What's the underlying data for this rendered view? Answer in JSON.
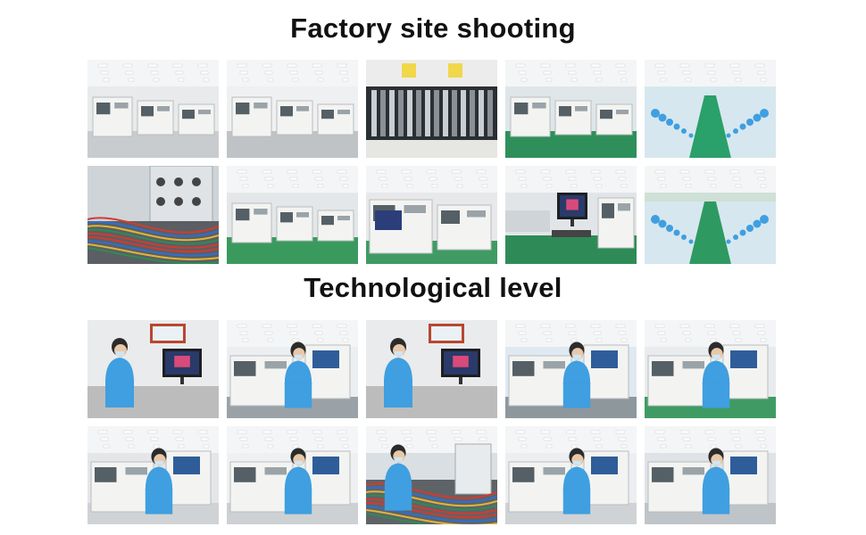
{
  "sections": [
    {
      "title": "Factory site shooting",
      "photos": [
        {
          "name": "smt-line-ceiling-lights",
          "scene": "line",
          "floor": "#c9ccce",
          "wall": "#e8eaec"
        },
        {
          "name": "white-machines-hall",
          "scene": "line",
          "floor": "#bfc3c6",
          "wall": "#eef0f2"
        },
        {
          "name": "pick-and-place-feeders",
          "scene": "feeders",
          "floor": "#2a2f33",
          "wall": "#ececec"
        },
        {
          "name": "green-floor-workshop",
          "scene": "line",
          "floor": "#2f8f5a",
          "wall": "#dfe6ea"
        },
        {
          "name": "assembly-line-workers",
          "scene": "workers",
          "floor": "#2aa06a",
          "wall": "#d6e8ee"
        },
        {
          "name": "wiring-test-rack",
          "scene": "wiring",
          "floor": "#5b5f63",
          "wall": "#cfd4d8"
        },
        {
          "name": "reflow-oven-hall",
          "scene": "line",
          "floor": "#3a9a5e",
          "wall": "#e4e7ea"
        },
        {
          "name": "smt-machine-closeup",
          "scene": "machine",
          "floor": "#3f9b63",
          "wall": "#e6e8ea"
        },
        {
          "name": "inspection-station",
          "scene": "monitor",
          "floor": "#2e8b57",
          "wall": "#e2e5e8"
        },
        {
          "name": "long-production-line",
          "scene": "workers",
          "floor": "#2e9a62",
          "wall": "#cfe0d6"
        }
      ]
    },
    {
      "title": "Technological level",
      "photos": [
        {
          "name": "technician-at-monitor",
          "scene": "tech-desk",
          "floor": "#bcbcbc",
          "wall": "#e9ebed"
        },
        {
          "name": "technician-inspecting-board",
          "scene": "tech-machine",
          "floor": "#9aa2a7",
          "wall": "#eceff1"
        },
        {
          "name": "technician-at-monitor-2",
          "scene": "tech-desk",
          "floor": "#bcbcbc",
          "wall": "#e9ebed"
        },
        {
          "name": "technician-testing-device",
          "scene": "tech-machine",
          "floor": "#8e979c",
          "wall": "#dfe9f2"
        },
        {
          "name": "technician-operating-machine",
          "scene": "tech-machine",
          "floor": "#3f9b63",
          "wall": "#e9ecee"
        },
        {
          "name": "technician-with-tablet",
          "scene": "tech-machine",
          "floor": "#cfd3d6",
          "wall": "#e4e6e8"
        },
        {
          "name": "technician-reflow-line",
          "scene": "tech-machine",
          "floor": "#cdd1d4",
          "wall": "#eef0f1"
        },
        {
          "name": "technician-wiring-cables",
          "scene": "tech-wiring",
          "floor": "#5e6367",
          "wall": "#dadfe3"
        },
        {
          "name": "technician-checking-oven",
          "scene": "tech-machine",
          "floor": "#cfd3d6",
          "wall": "#eceef0"
        },
        {
          "name": "technician-at-control-panel",
          "scene": "tech-machine",
          "floor": "#bfc4c8",
          "wall": "#dfe2e6"
        }
      ]
    }
  ],
  "colors": {
    "uniform": "#3f9fe0",
    "machine": "#f3f4f2",
    "screen": "#2a3a6a",
    "cable-red": "#d43a2f",
    "cable-blue": "#2f6fd1"
  }
}
